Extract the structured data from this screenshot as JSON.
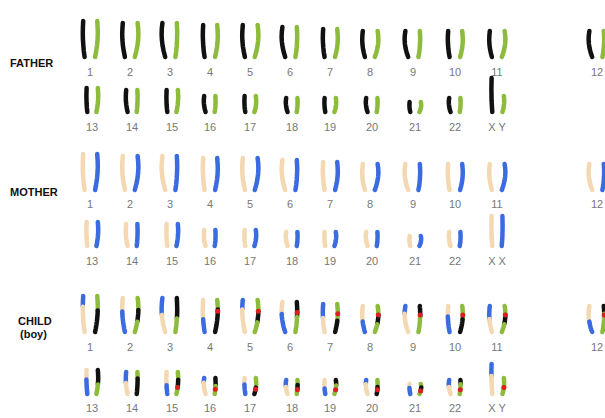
{
  "diagram": {
    "labels": [
      "FATHER",
      "1",
      "2",
      "3",
      "4",
      "5",
      "6",
      "7",
      "8",
      "9",
      "10",
      "11",
      "12",
      "13",
      "14",
      "15",
      "16",
      "17",
      "18",
      "19",
      "20",
      "21",
      "22",
      "X Y",
      "MOTHER",
      "1",
      "2",
      "3",
      "4",
      "5",
      "6",
      "7",
      "8",
      "9",
      "10",
      "11",
      "12",
      "13",
      "14",
      "15",
      "16",
      "17",
      "18",
      "19",
      "20",
      "21",
      "22",
      "X X",
      "CHILD",
      "(boy)",
      "1",
      "2",
      "3",
      "4",
      "5",
      "6",
      "7",
      "8",
      "9",
      "10",
      "11",
      "12",
      "13",
      "14",
      "15",
      "16",
      "17",
      "18",
      "19",
      "20",
      "21",
      "22",
      "X Y"
    ]
  }
}
